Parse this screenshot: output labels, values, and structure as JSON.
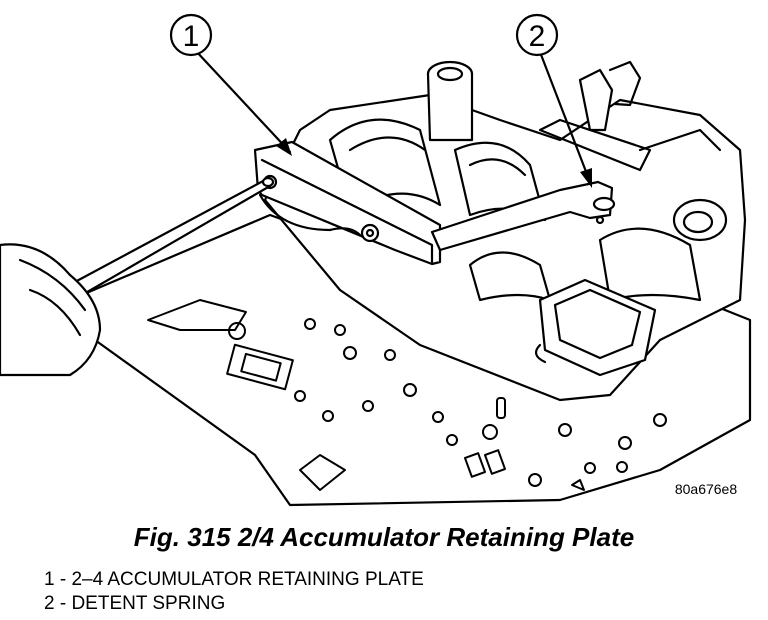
{
  "callouts": [
    {
      "number": "1"
    },
    {
      "number": "2"
    }
  ],
  "figure_code": "80a676e8",
  "caption": "Fig. 315 2/4 Accumulator Retaining Plate",
  "legend": [
    {
      "text": "1 - 2–4 ACCUMULATOR RETAINING PLATE"
    },
    {
      "text": "2 - DETENT SPRING"
    }
  ]
}
